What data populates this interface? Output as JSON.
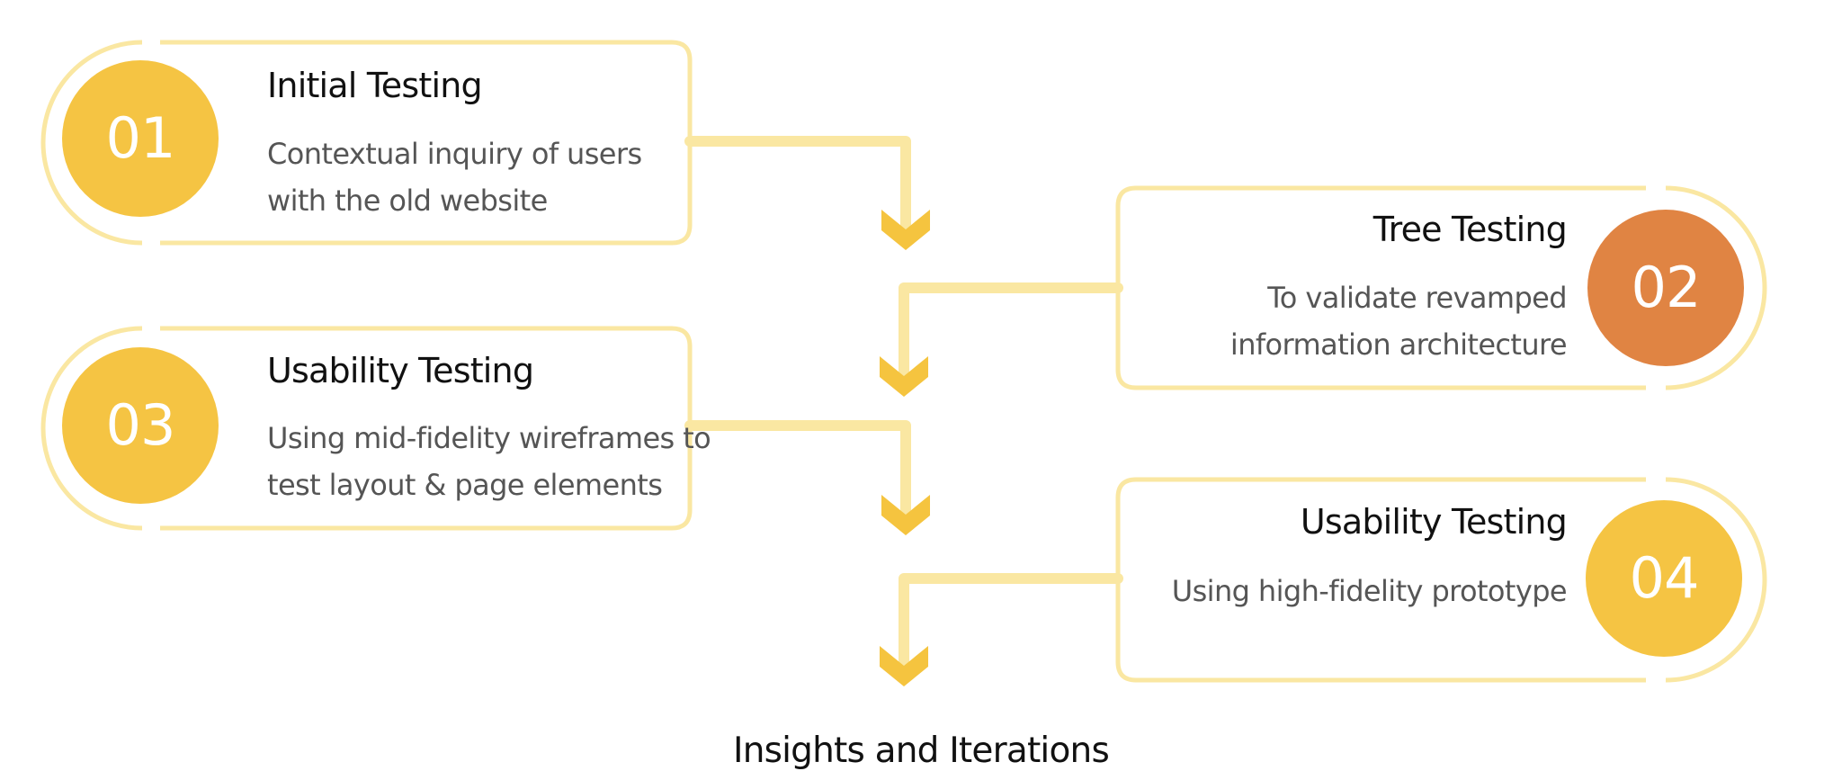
{
  "colors": {
    "outline": "#fae7a2",
    "connector": "#fae7a2",
    "arrowhead": "#f5c43f",
    "circle_yellow": "#f5c443",
    "circle_orange": "#e08443",
    "title_text": "#111111",
    "desc_text": "#555555"
  },
  "steps": [
    {
      "number": "01",
      "title": "Initial Testing",
      "description": [
        "Contextual inquiry of users",
        "with the old website"
      ],
      "circle_color": "#f5c443"
    },
    {
      "number": "02",
      "title": "Tree Testing",
      "description": [
        "To validate revamped",
        "information architecture"
      ],
      "circle_color": "#e08443"
    },
    {
      "number": "03",
      "title": "Usability Testing",
      "description": [
        "Using mid-fidelity wireframes to",
        "test layout & page elements"
      ],
      "circle_color": "#f5c443"
    },
    {
      "number": "04",
      "title": "Usability Testing",
      "description": [
        "Using high-fidelity prototype"
      ],
      "circle_color": "#f5c443"
    }
  ],
  "outcome": "Insights and Iterations"
}
